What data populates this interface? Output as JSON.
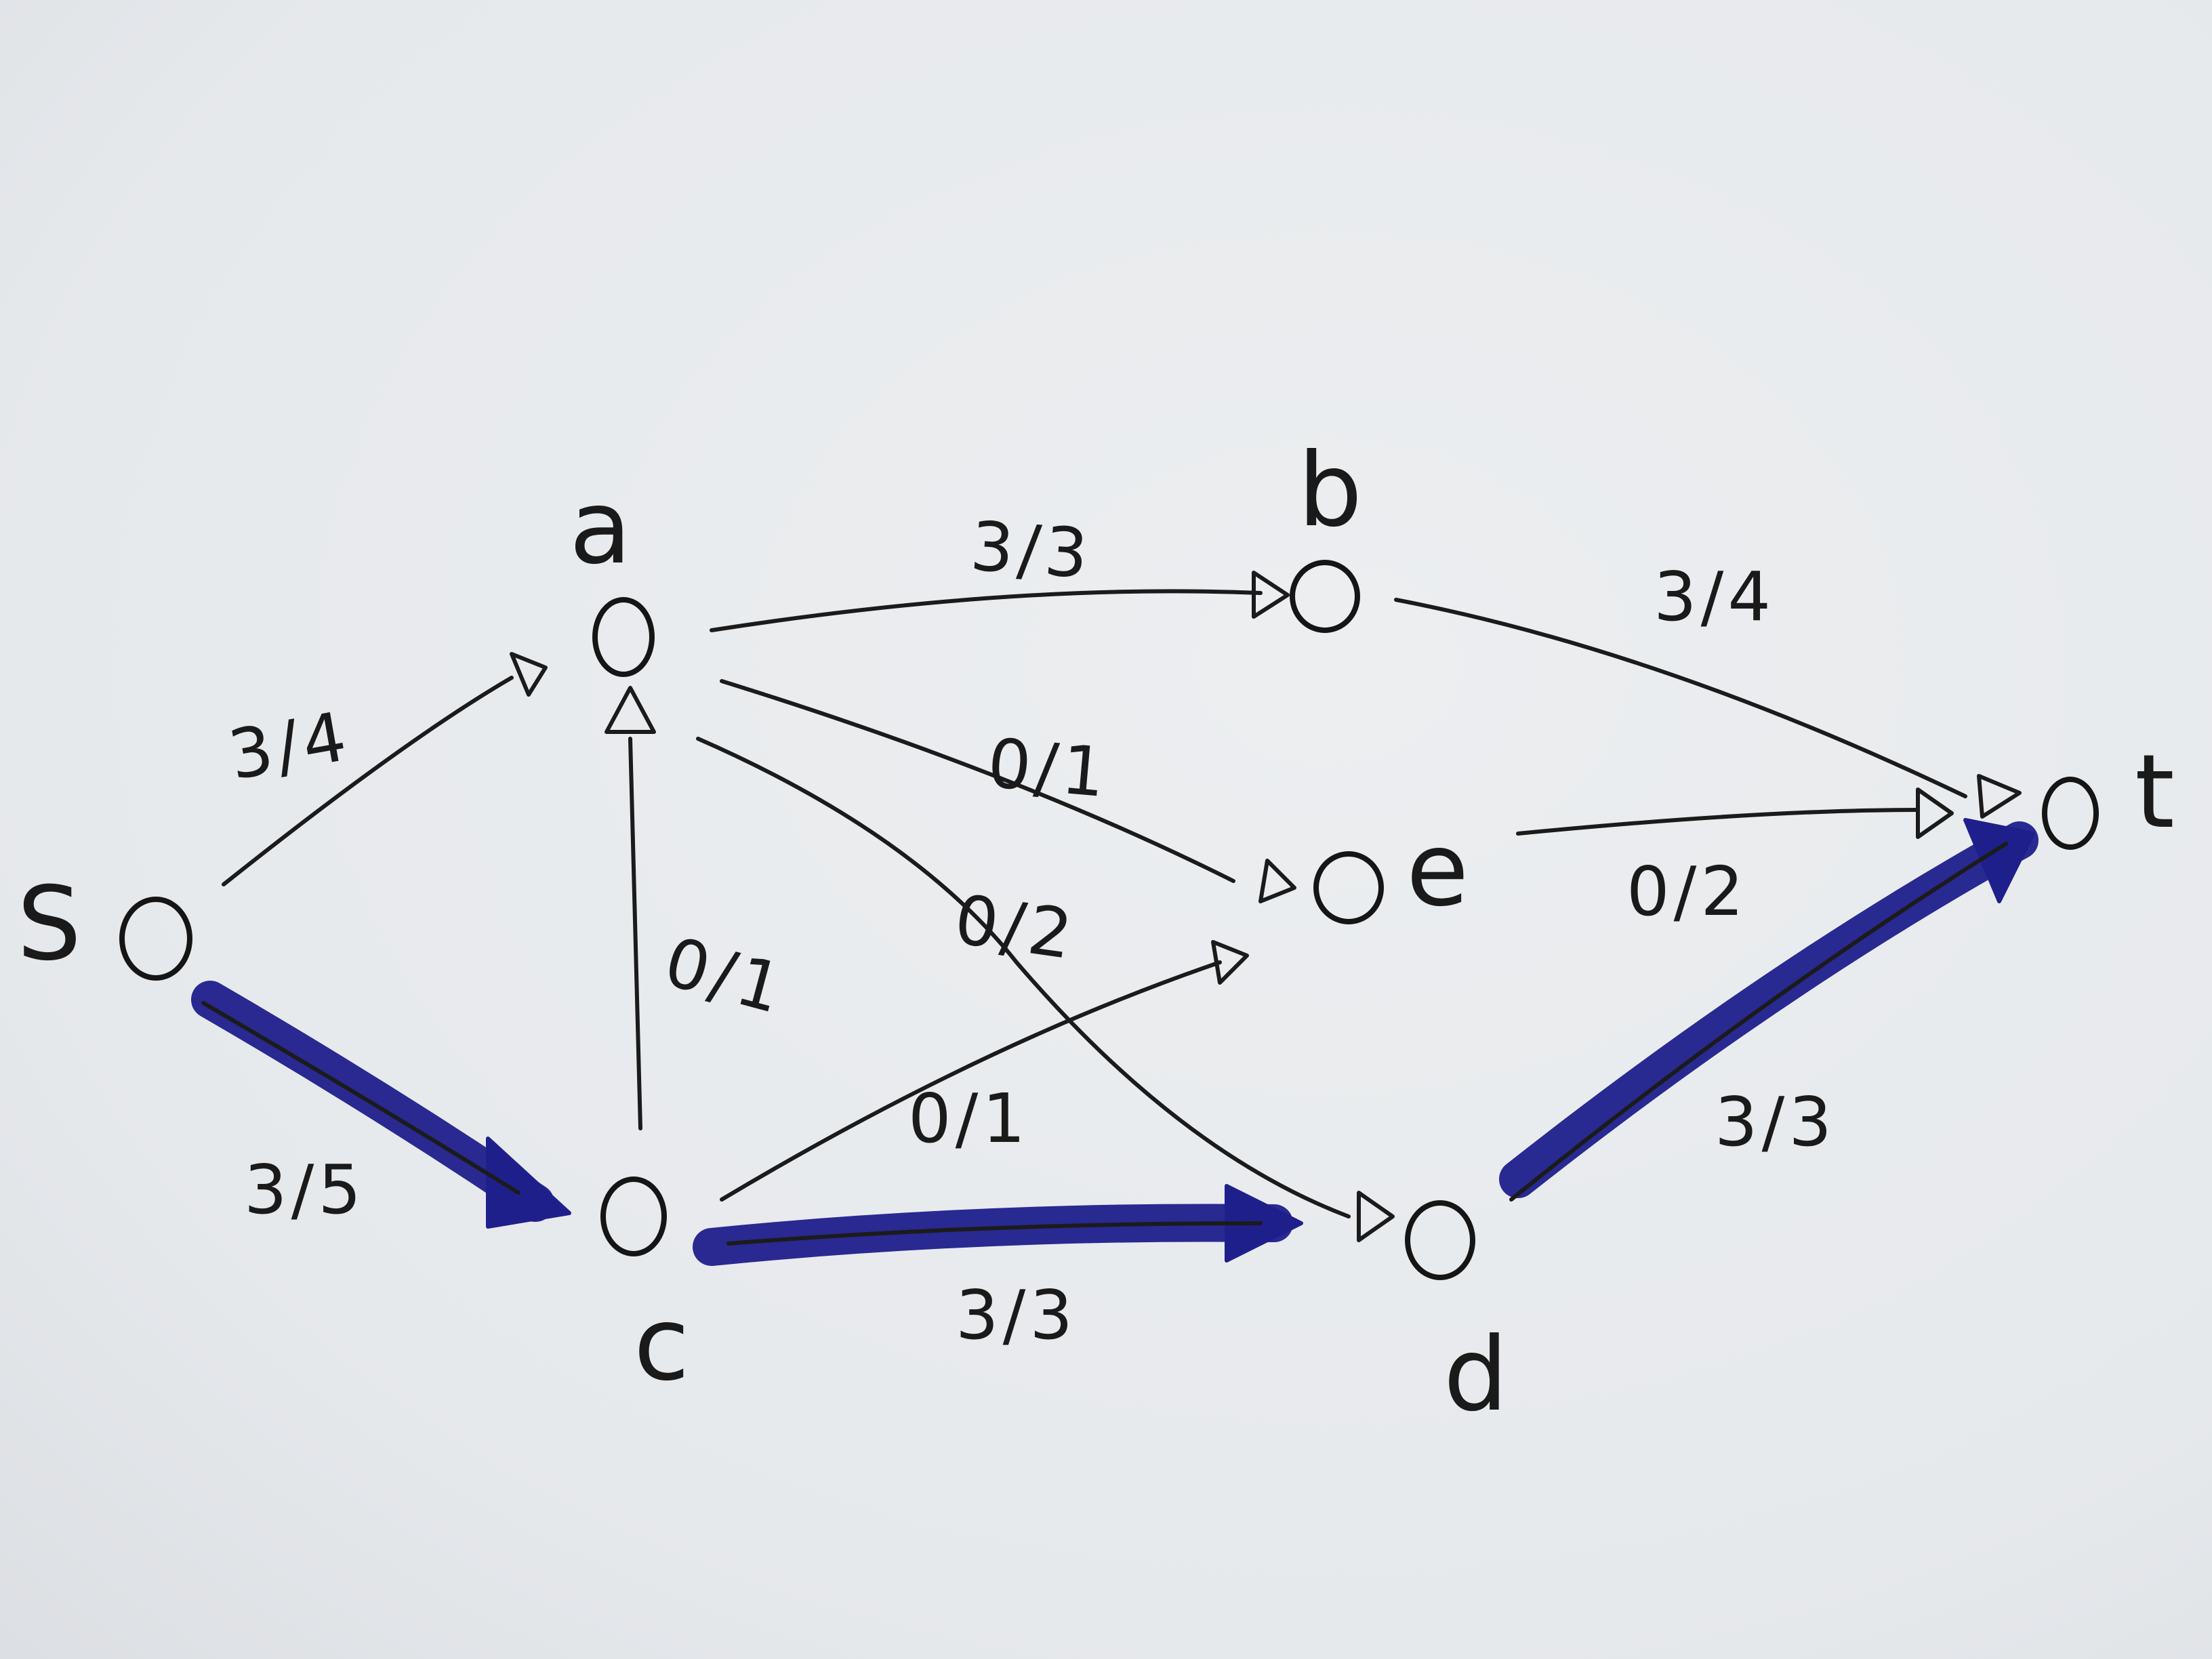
{
  "colors": {
    "paper": "#e6e9ec",
    "ink": "#1b1b1b",
    "highlight": "#1f1f8c"
  },
  "nodes": {
    "s": "S",
    "a": "a",
    "b": "b",
    "c": "c",
    "d": "d",
    "e": "e",
    "t": "t"
  },
  "edges": {
    "s_a": "3/4",
    "s_c": "3/5",
    "a_b": "3/3",
    "a_e": "0/1",
    "a_d": "0/2",
    "c_a": "0/1",
    "c_e": "0/1",
    "c_d": "3/3",
    "b_t": "3/4",
    "e_t": "0/2",
    "d_t": "3/3"
  }
}
